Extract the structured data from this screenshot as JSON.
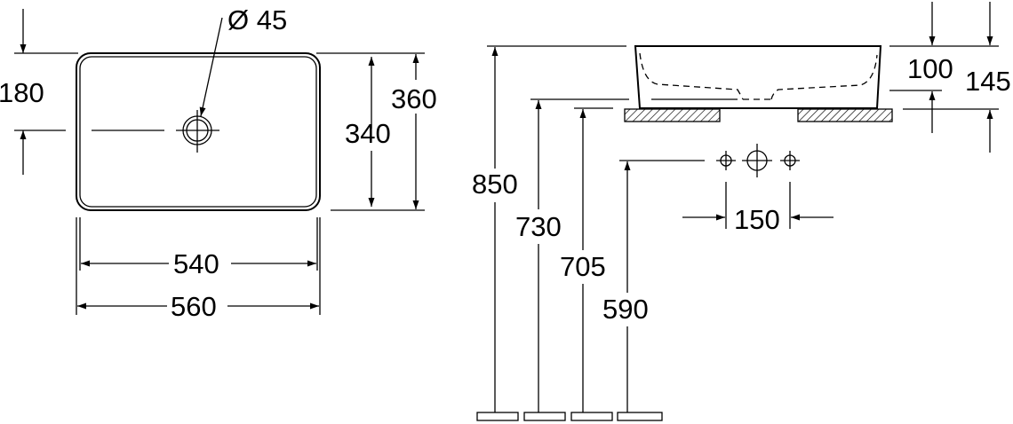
{
  "top_view": {
    "drain_diameter": "Ø 45",
    "drain_offset": "180",
    "inner_depth": "340",
    "outer_depth": "360",
    "inner_width": "540",
    "outer_width": "560"
  },
  "side_view": {
    "rim_height": "850",
    "counter_top_height": "730",
    "counter_bottom_height": "705",
    "tap_hole_height": "590",
    "tap_spacing": "150",
    "bowl_height": "100",
    "total_height": "145"
  }
}
